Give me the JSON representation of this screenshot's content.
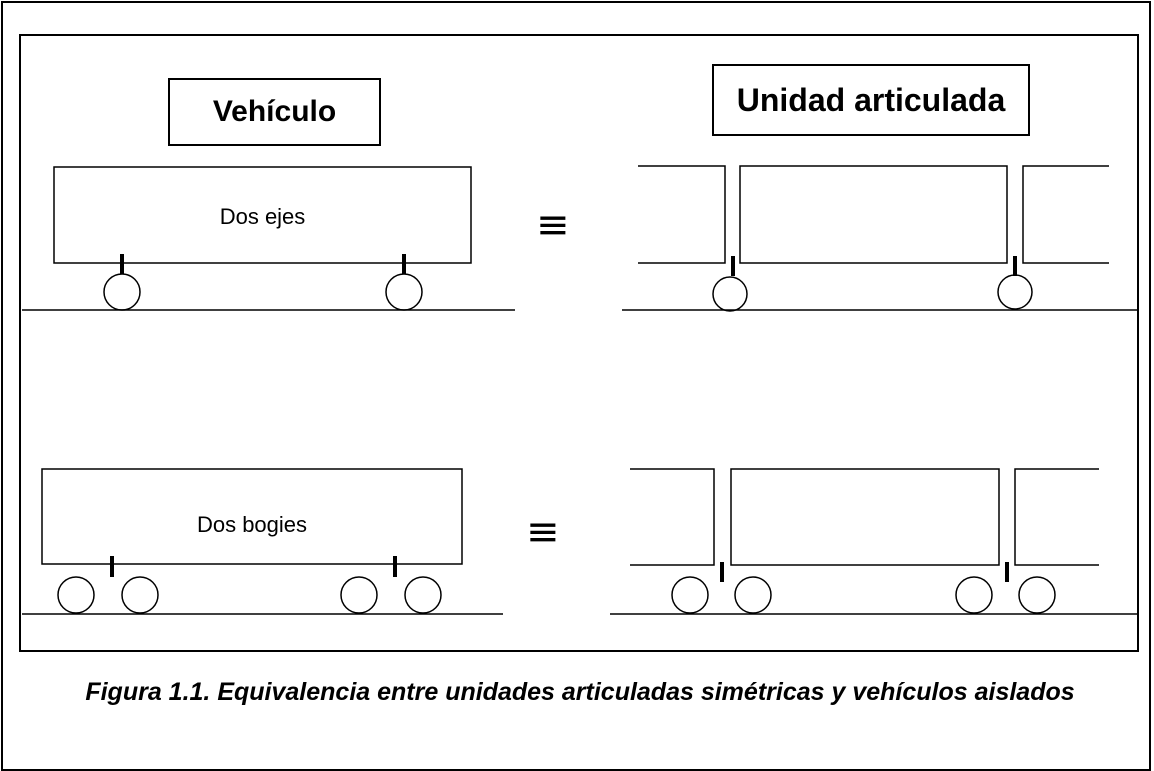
{
  "headings": {
    "vehicle": "Vehículo",
    "articulated_unit": "Unidad articulada"
  },
  "labels": {
    "two_axles": "Dos ejes",
    "two_bogies": "Dos bogies"
  },
  "equivalence_symbol": "≡",
  "caption": "Figura 1.1. Equivalencia entre unidades articuladas simétricas y vehículos aislados",
  "colors": {
    "stroke": "#000000",
    "background": "#ffffff"
  }
}
